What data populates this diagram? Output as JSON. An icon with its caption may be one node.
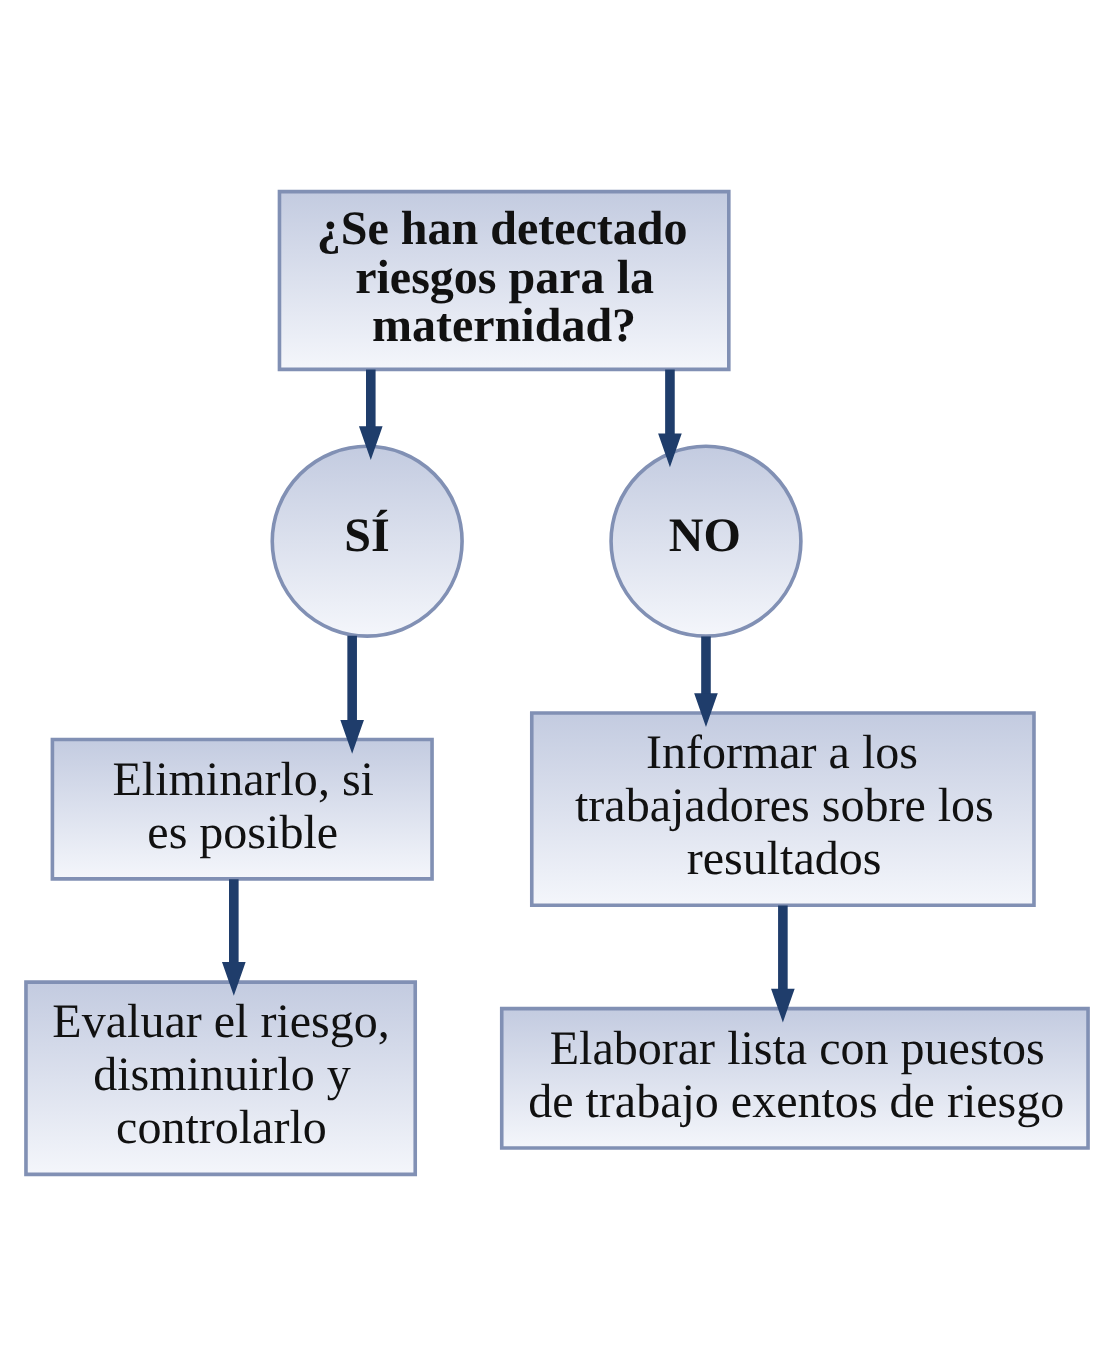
{
  "diagram": {
    "nodes": [
      {
        "text": [
          "¿Se han detectado riesgos para la maternidad?"
        ]
      },
      {
        "text": [
          "SÍ"
        ]
      },
      {
        "text": [
          "NO"
        ]
      },
      {
        "text": [
          "Eliminarlo, si es posible"
        ]
      },
      {
        "text": [
          "Informar a los trabajadores sobre los resultados"
        ]
      },
      {
        "text": [
          "Evaluar el riesgo, disminuirlo y controlarlo"
        ]
      },
      {
        "text": [
          "Elaborar lista con puestos de trabajo exentos de riesgo"
        ]
      }
    ],
    "edges": [
      {
        "from": 0,
        "to": 1,
        "arrow": "to"
      },
      {
        "from": 0,
        "to": 2,
        "arrow": "to"
      },
      {
        "from": 1,
        "to": 3,
        "arrow": "to"
      },
      {
        "from": 2,
        "to": 4,
        "arrow": "to"
      },
      {
        "from": 3,
        "to": 5,
        "arrow": "to"
      },
      {
        "from": 4,
        "to": 6,
        "arrow": "to"
      }
    ]
  }
}
